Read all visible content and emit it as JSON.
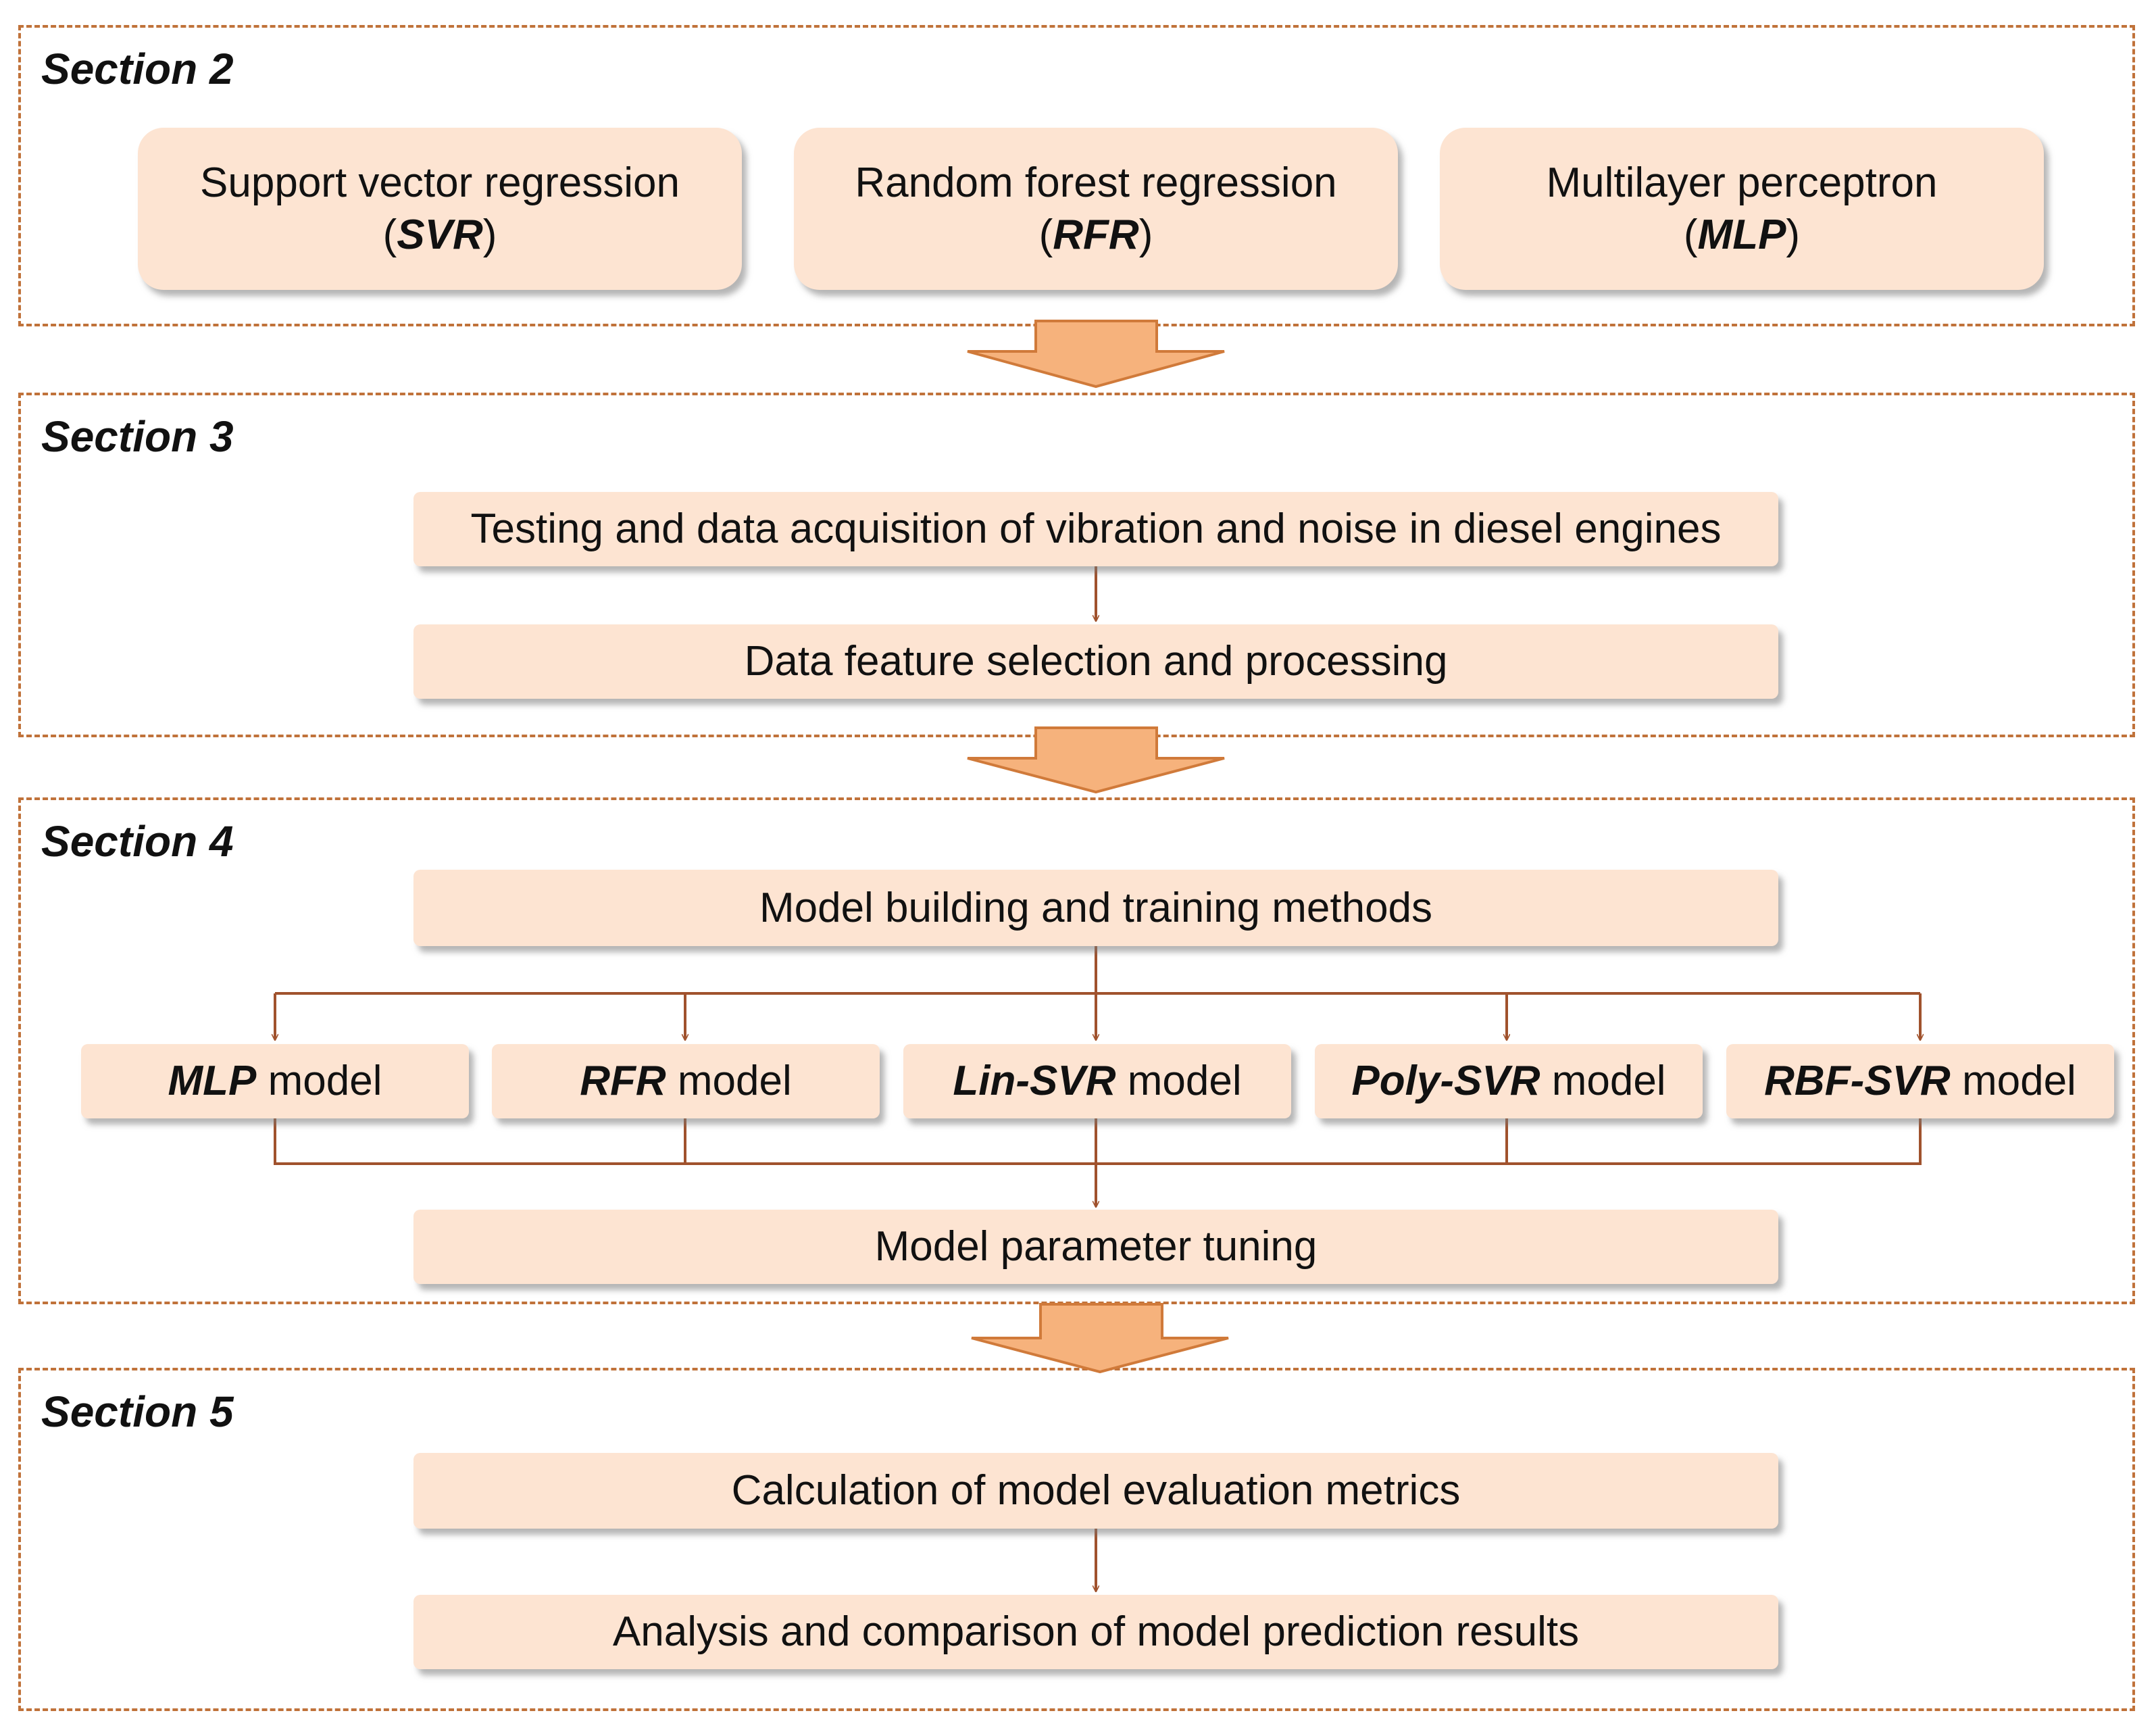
{
  "sections": {
    "s2": {
      "title": "Section 2",
      "methods": [
        {
          "name": "Support vector regression",
          "abbr": "SVR"
        },
        {
          "name": "Random forest regression",
          "abbr": "RFR"
        },
        {
          "name": "Multilayer perceptron",
          "abbr": "MLP"
        }
      ]
    },
    "s3": {
      "title": "Section 3",
      "steps": [
        "Testing and data acquisition of vibration and noise in diesel engines",
        "Data feature selection and processing"
      ]
    },
    "s4": {
      "title": "Section 4",
      "building": "Model building and training methods",
      "models": [
        {
          "abbr": "MLP",
          "suffix": "model"
        },
        {
          "abbr": "RFR",
          "suffix": "model"
        },
        {
          "abbr": "Lin-SVR",
          "suffix": "model"
        },
        {
          "abbr": "Poly-SVR",
          "suffix": "model"
        },
        {
          "abbr": "RBF-SVR",
          "suffix": "model"
        }
      ],
      "tuning": "Model parameter tuning"
    },
    "s5": {
      "title": "Section 5",
      "steps": [
        "Calculation of model evaluation metrics",
        "Analysis and comparison of model prediction results"
      ]
    }
  },
  "colors": {
    "border": "#c0723a",
    "connector": "#a0522d",
    "box_fill": "#fde4d2",
    "big_arrow_fill": "#f6b27c",
    "big_arrow_stroke": "#d07a3a"
  }
}
